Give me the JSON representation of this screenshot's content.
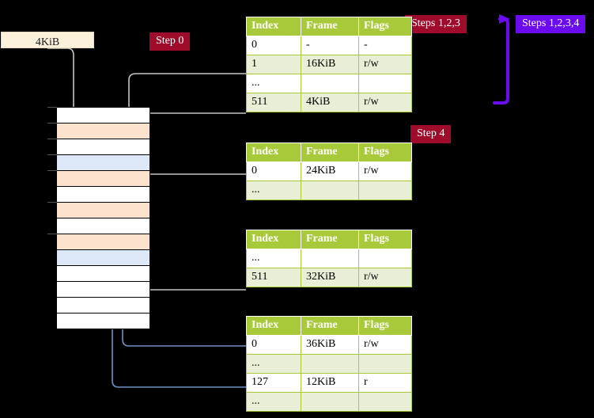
{
  "labels": {
    "step0": "Step 0",
    "step4": "Step 4",
    "steps123": "Steps 1,2,3",
    "steps1234": "Steps 1,2,3,4",
    "page_size": "4KiB"
  },
  "colors": {
    "badge_red": "#9e0b2b",
    "badge_violet": "#6a0bf0",
    "table_header": "#a8c93a",
    "table_alt_row": "#e9eed6",
    "highlight": "#fcfa9c",
    "mem_orange": "#fde3cd",
    "mem_blue": "#dce8f7",
    "box_cream": "#fcf2dc",
    "link_gray": "#b8b8b8",
    "link_blue": "#6f92c0",
    "arrow_violet": "#6a0bf0"
  },
  "tables": [
    {
      "name": "level-0-table",
      "headers": [
        "Index",
        "Frame",
        "Flags"
      ],
      "rows": [
        {
          "index": "0",
          "frame": "-",
          "flags": "-",
          "alt": false,
          "highlight": false
        },
        {
          "index": "1",
          "frame": "16KiB",
          "flags": "r/w",
          "alt": true,
          "highlight": false
        },
        {
          "index": "...",
          "frame": "",
          "flags": "",
          "alt": false,
          "highlight": false
        },
        {
          "index": "511",
          "frame": "4KiB",
          "flags": "r/w",
          "alt": true,
          "highlight": true
        }
      ]
    },
    {
      "name": "level-1-table",
      "headers": [
        "Index",
        "Frame",
        "Flags"
      ],
      "rows": [
        {
          "index": "0",
          "frame": "24KiB",
          "flags": "r/w",
          "alt": false,
          "highlight": false
        },
        {
          "index": "...",
          "frame": "",
          "flags": "",
          "alt": true,
          "highlight": false
        }
      ]
    },
    {
      "name": "level-2-table",
      "headers": [
        "Index",
        "Frame",
        "Flags"
      ],
      "rows": [
        {
          "index": "...",
          "frame": "",
          "flags": "",
          "alt": false,
          "highlight": false
        },
        {
          "index": "511",
          "frame": "32KiB",
          "flags": "r/w",
          "alt": true,
          "highlight": false
        }
      ]
    },
    {
      "name": "level-3-table",
      "headers": [
        "Index",
        "Frame",
        "Flags"
      ],
      "rows": [
        {
          "index": "0",
          "frame": "36KiB",
          "flags": "r/w",
          "alt": false,
          "highlight": false
        },
        {
          "index": "...",
          "frame": "",
          "flags": "",
          "alt": true,
          "highlight": false
        },
        {
          "index": "127",
          "frame": "12KiB",
          "flags": "r",
          "alt": false,
          "highlight": false
        },
        {
          "index": "...",
          "frame": "",
          "flags": "",
          "alt": true,
          "highlight": false
        }
      ]
    }
  ],
  "memory": {
    "name": "physical-memory-column",
    "rows": [
      {
        "fill": "white"
      },
      {
        "fill": "orange"
      },
      {
        "fill": "white"
      },
      {
        "fill": "blue"
      },
      {
        "fill": "orange"
      },
      {
        "fill": "white"
      },
      {
        "fill": "orange"
      },
      {
        "fill": "white"
      },
      {
        "fill": "orange"
      },
      {
        "fill": "blue"
      },
      {
        "fill": "white"
      },
      {
        "fill": "white"
      },
      {
        "fill": "white"
      },
      {
        "fill": "white"
      }
    ]
  }
}
